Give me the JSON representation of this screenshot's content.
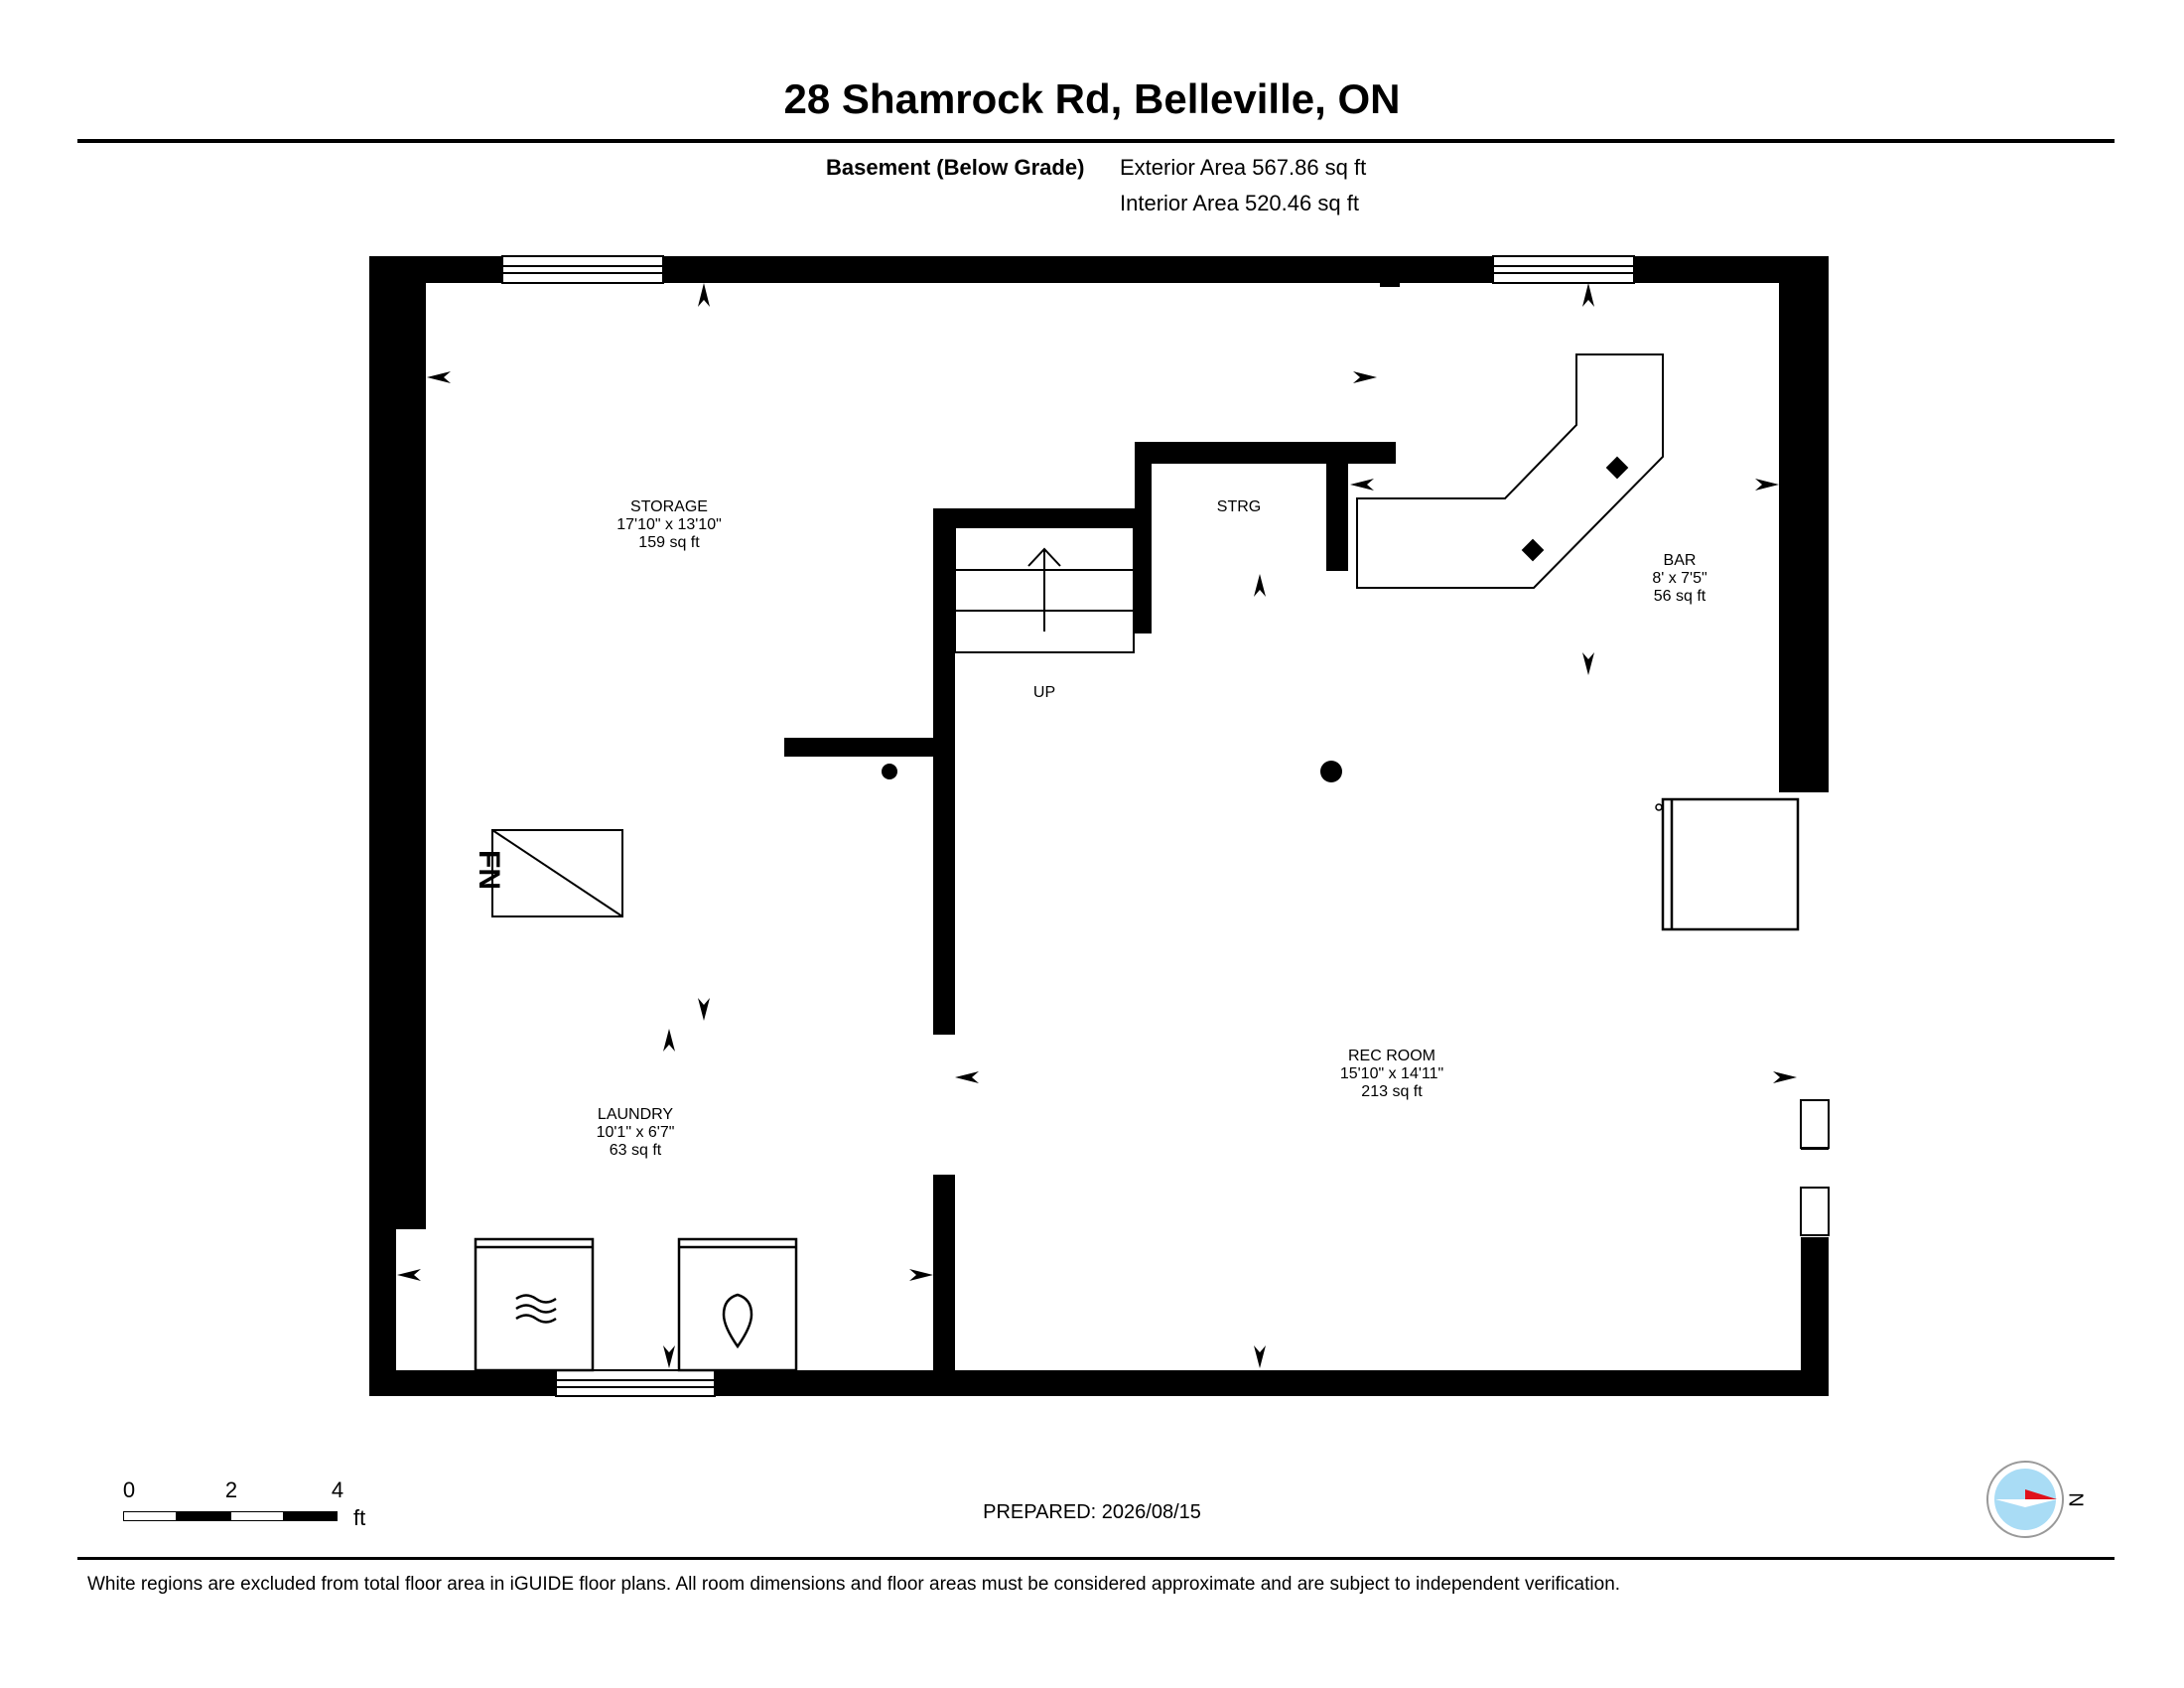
{
  "header": {
    "title": "28 Shamrock Rd, Belleville, ON",
    "floor_label": "Basement (Below Grade)",
    "exterior_area": "Exterior Area 567.86 sq ft",
    "interior_area": "Interior Area 520.46 sq ft"
  },
  "rooms": {
    "storage": {
      "name": "STORAGE",
      "dims": "17'10\" x 13'10\"",
      "area": "159 sq ft"
    },
    "strg": {
      "name": "STRG"
    },
    "bar": {
      "name": "BAR",
      "dims": "8' x 7'5\"",
      "area": "56 sq ft"
    },
    "laundry": {
      "name": "LAUNDRY",
      "dims": "10'1\" x 6'7\"",
      "area": "63 sq ft"
    },
    "rec_room": {
      "name": "REC ROOM",
      "dims": "15'10\" x 14'11\"",
      "area": "213 sq ft"
    },
    "stairs": {
      "label": "UP"
    },
    "furnace": {
      "label": "FN"
    }
  },
  "scale_bar": {
    "ticks": [
      "0",
      "2",
      "4"
    ],
    "unit": "ft"
  },
  "prepared": "PREPARED: 2026/08/15",
  "compass": {
    "label": "N",
    "icon": "compass-icon",
    "needle_color": "#e0101a",
    "face_color": "#a9dcf5"
  },
  "footer": "White regions are excluded from total floor area in iGUIDE floor plans. All room dimensions and floor areas must be considered approximate and are subject to independent verification."
}
